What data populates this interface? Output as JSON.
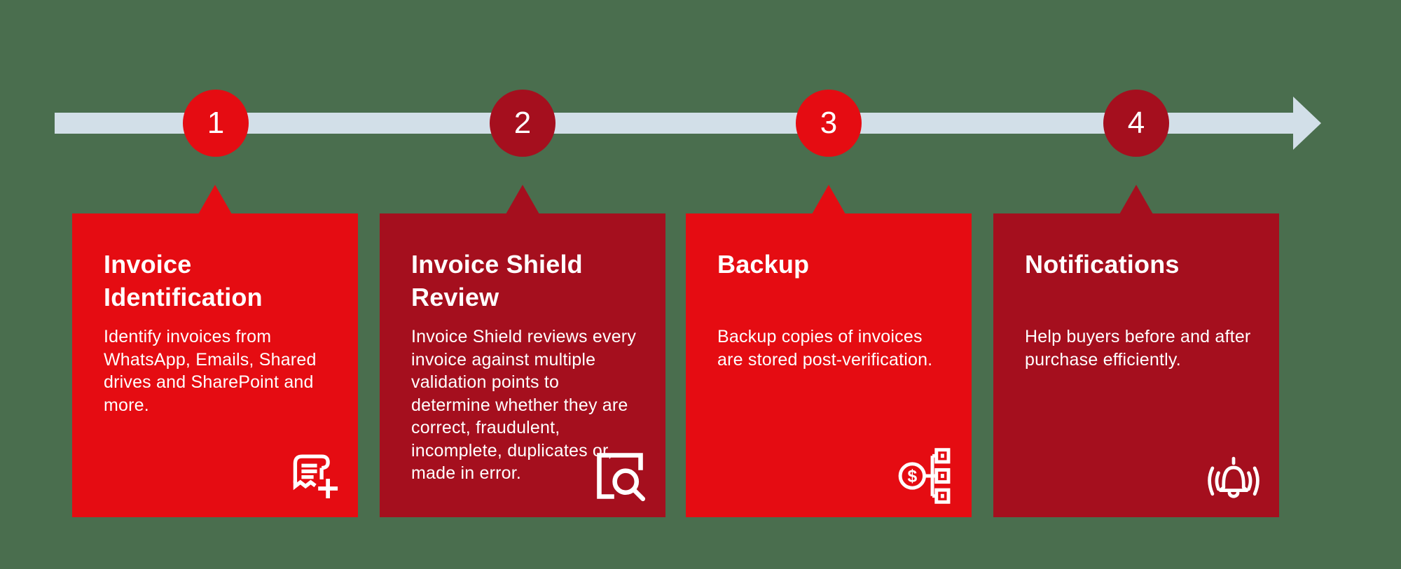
{
  "colors": {
    "background": "#4a6e4e",
    "bright_red": "#e50c12",
    "dark_red": "#a50f1e",
    "timeline_bar": "#d2dfe8",
    "text": "#ffffff"
  },
  "timeline": {
    "direction": "left-to-right",
    "arrowhead": "right-arrow-icon"
  },
  "steps": [
    {
      "number": "1",
      "title": "Invoice Identification",
      "description": "Identify invoices from WhatsApp, Emails, Shared drives and SharePoint and more.",
      "theme": "bright",
      "icon": "invoice-add-icon"
    },
    {
      "number": "2",
      "title": "Invoice Shield Review",
      "description": "Invoice Shield reviews every invoice against multiple validation points to determine whether they are correct, fraudulent, incomplete, duplicates or, made in error.",
      "theme": "dark",
      "icon": "document-search-icon"
    },
    {
      "number": "3",
      "title": "Backup",
      "description": "Backup copies of invoices are stored post-verification.",
      "theme": "bright",
      "icon": "money-distribution-icon"
    },
    {
      "number": "4",
      "title": "Notifications",
      "description": "Help buyers before and after purchase efficiently.",
      "theme": "dark",
      "icon": "ringing-bell-icon"
    }
  ]
}
